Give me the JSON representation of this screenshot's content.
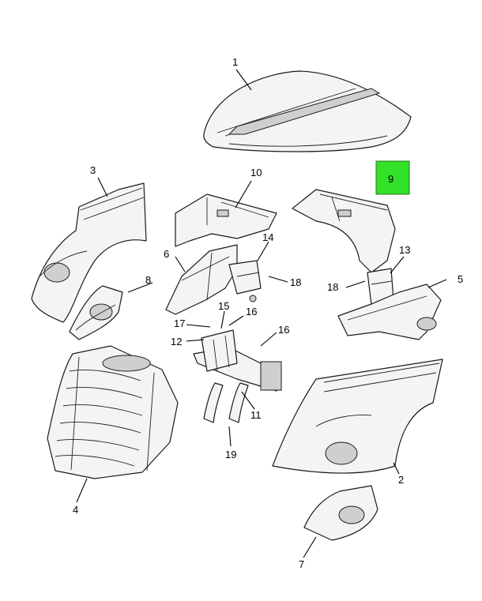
{
  "colors": {
    "highlight": "#33e02a",
    "ink": "#1a1a1a",
    "paper": "#ffffff"
  },
  "highlighted_part": "9",
  "callouts": {
    "c1": "1",
    "c2": "2",
    "c3": "3",
    "c4": "4",
    "c5": "5",
    "c6": "6",
    "c7": "7",
    "c8": "8",
    "c9": "9",
    "c10": "10",
    "c11": "11",
    "c12": "12",
    "c13": "13",
    "c14": "14",
    "c15": "15",
    "c16a": "16",
    "c16b": "16",
    "c17": "17",
    "c18a": "18",
    "c18b": "18",
    "c19": "19"
  }
}
